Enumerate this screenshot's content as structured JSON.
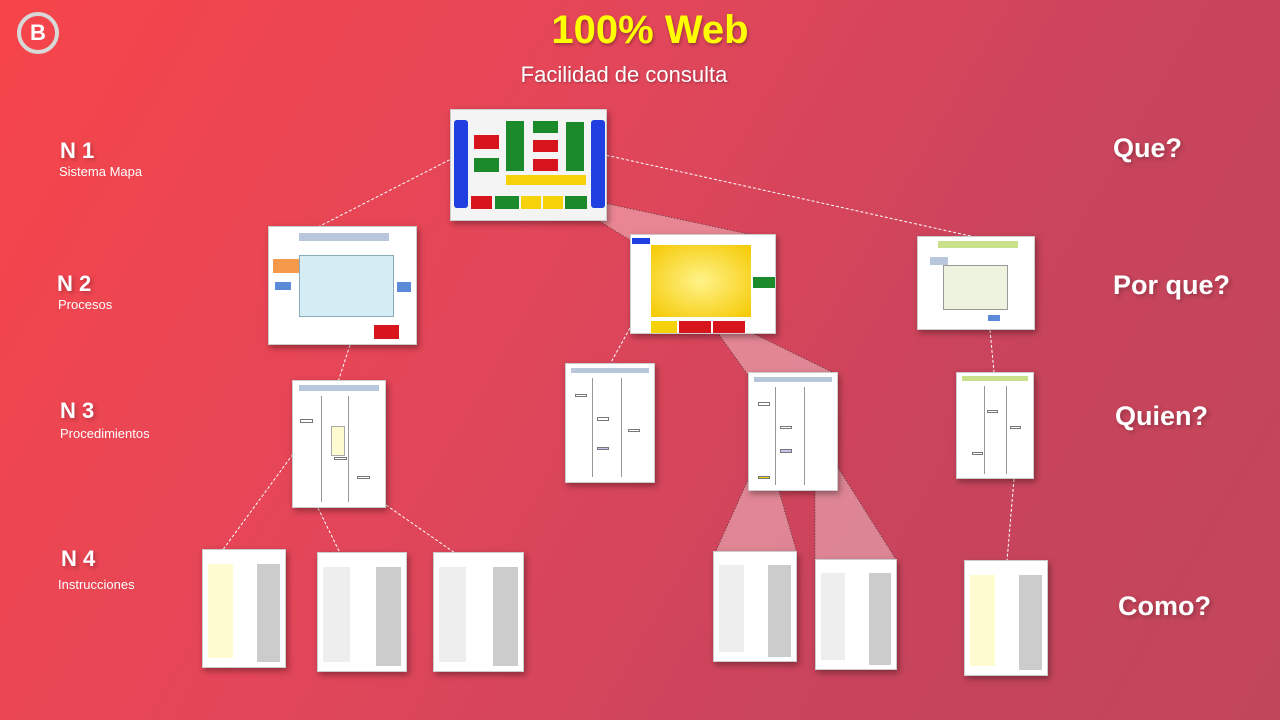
{
  "logo": {
    "letter": "B"
  },
  "header": {
    "title": "100% Web",
    "subtitle": "Facilidad de consulta"
  },
  "levels": [
    {
      "code": "N 1",
      "name": "Sistema Mapa"
    },
    {
      "code": "N 2",
      "name": "Procesos"
    },
    {
      "code": "N 3",
      "name": "Procedimientos"
    },
    {
      "code": "N 4",
      "name": "Instrucciones"
    }
  ],
  "questions": [
    "Que?",
    "Por que?",
    "Quien?",
    "Como?"
  ],
  "colors": {
    "title": "#ffff00",
    "blue": "#1f3fe0",
    "green": "#1a8a2a",
    "red": "#d8141c",
    "yellow": "#f5d20a"
  }
}
